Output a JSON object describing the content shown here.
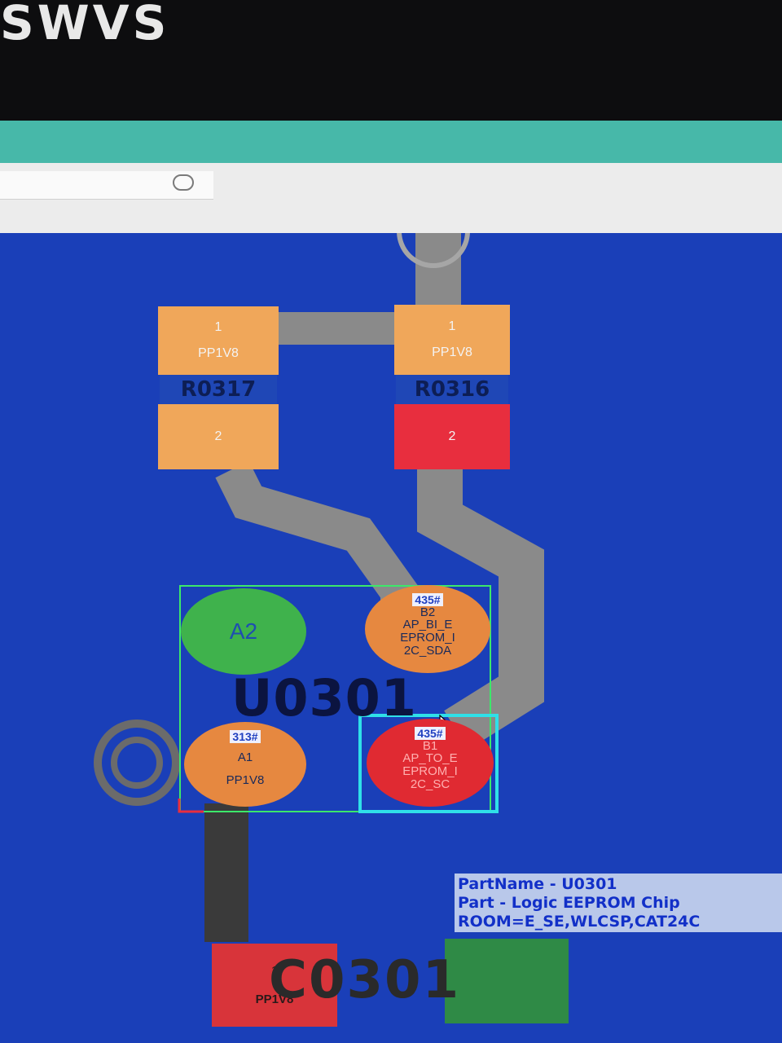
{
  "bezel": {
    "brand": "SWVS"
  },
  "board": {
    "components": {
      "r0317": {
        "ref": "R0317",
        "pin1": "1",
        "pin1_net": "PP1V8",
        "pin2": "2"
      },
      "r0316": {
        "ref": "R0316",
        "pin1": "1",
        "pin1_net": "PP1V8",
        "pin2": "2"
      },
      "u0301": {
        "ref": "U0301",
        "a2": {
          "pin": "A2"
        },
        "b2": {
          "tag": "435#",
          "pin": "B2",
          "net_lines": [
            "AP_BI_E",
            "EPROM_I",
            "2C_SDA"
          ]
        },
        "a1": {
          "tag": "313#",
          "pin": "A1",
          "net": "PP1V8"
        },
        "b1": {
          "tag": "435#",
          "pin": "B1",
          "net_lines": [
            "AP_TO_E",
            "EPROM_I",
            "2C_SC"
          ]
        }
      },
      "c0301": {
        "ref": "C0301",
        "pin1": "1",
        "pin1_net": "PP1V8"
      }
    },
    "tooltip": {
      "lines": [
        "PartName - U0301",
        "Part - Logic EEPROM Chip",
        "ROOM=E_SE,WLCSP,CAT24C"
      ]
    }
  },
  "colors": {
    "board_bg": "#1a3fb8",
    "pad_orange": "#f0a75a",
    "pad_red": "#e82e3e",
    "trace": "#8a8a8a",
    "selection_green": "#3ce86a",
    "selection_cyan": "#2fe0e8",
    "titlebar_teal": "#47b8a9"
  }
}
